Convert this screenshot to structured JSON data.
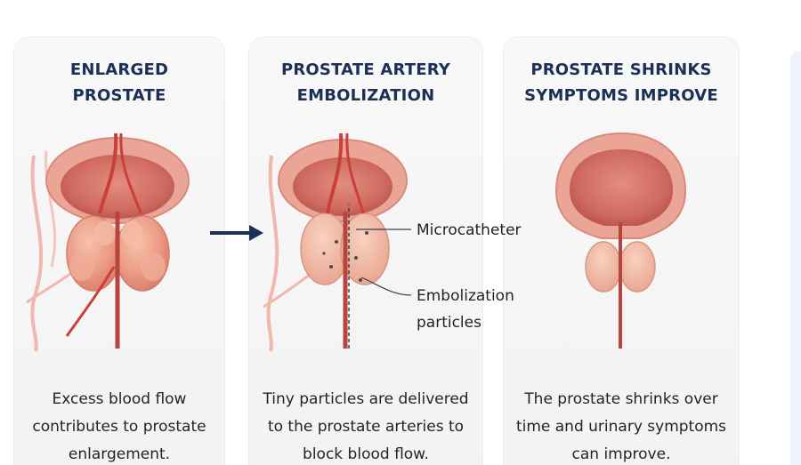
{
  "panels": [
    {
      "title_lines": [
        "ENLARGED",
        "PROSTATE"
      ],
      "description_lines": [
        "Excess blood flow",
        "contributes to prostate",
        "enlargement."
      ]
    },
    {
      "title_lines": [
        "PROSTATE ARTERY",
        "EMBOLIZATION"
      ],
      "description_lines": [
        "Tiny particles are delivered",
        "to the prostate arteries to",
        "block blood flow."
      ]
    },
    {
      "title_lines": [
        "PROSTATE SHRINKS",
        "SYMPTOMS IMPROVE"
      ],
      "description_lines": [
        "The prostate shrinks over",
        "time and urinary symptoms",
        "can improve."
      ]
    }
  ],
  "callouts": {
    "microcatheter": "Microcatheter",
    "embolization_lines": [
      "Embolization",
      "particles"
    ]
  },
  "icons": {
    "step_arrow": "arrow-right-icon"
  },
  "colors": {
    "title": "#1b2f57",
    "arrow": "#1b2f57",
    "tissue": "#e99a8a",
    "artery": "#c9403a"
  }
}
